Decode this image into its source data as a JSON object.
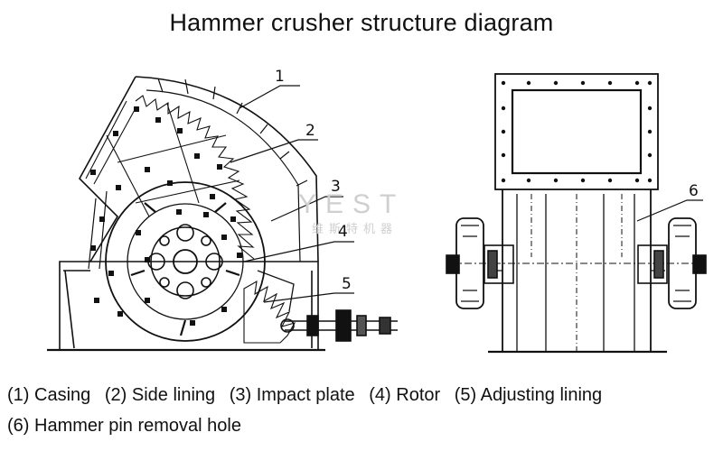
{
  "title": "Hammer crusher structure diagram",
  "callouts": [
    "1",
    "2",
    "3",
    "4",
    "5",
    "6"
  ],
  "watermark": {
    "latin": "YEST",
    "chinese": "维斯特机器"
  },
  "legend": [
    {
      "marker": "(1)",
      "label": "Casing"
    },
    {
      "marker": "(2)",
      "label": "Side lining"
    },
    {
      "marker": "(3)",
      "label": "Impact plate"
    },
    {
      "marker": "(4)",
      "label": "Rotor"
    },
    {
      "marker": "(5)",
      "label": "Adjusting lining"
    },
    {
      "marker": "(6)",
      "label": "Hammer pin removal hole"
    }
  ]
}
